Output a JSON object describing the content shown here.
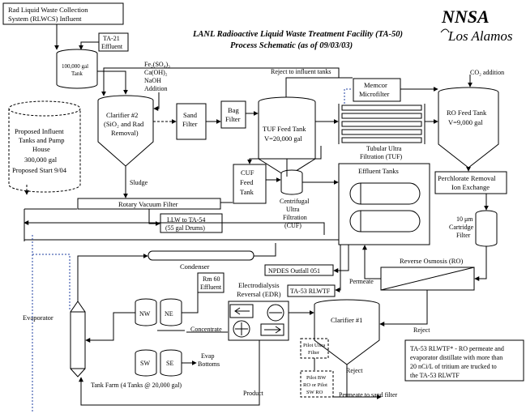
{
  "header": {
    "title_line1": "LANL Radioactive Liquid Waste Treatment Facility (TA-50)",
    "title_line2": "Process Schematic (as of 09/03/03)",
    "logo_nnsa": "NNSA",
    "logo_lanl": "Los Alamos"
  },
  "labels": {
    "rlwcs1": "Rad Liquid Waste Collection",
    "rlwcs2": "System (RLWCS) Influent",
    "ta21_1": "TA-21",
    "ta21_2": "Effluent",
    "tank100k_1": "100,000 gal",
    "tank100k_2": "Tank",
    "proposed1": "Proposed Influent",
    "proposed2": "Tanks and Pump",
    "proposed3": "House",
    "proposed4": "300,000 gal",
    "proposed5": "Proposed Start 9/04",
    "chem1": "Fe₂(SO₄)₃",
    "chem2": "Ca(OH)₂",
    "chem3": "NaOH",
    "chem4": "Addition",
    "clarifier2_1": "Clarifier #2",
    "clarifier2_2": "(SiO₂ and Rad",
    "clarifier2_3": "Removal)",
    "sand1": "Sand",
    "sand2": "Filter",
    "bag1": "Bag",
    "bag2": "Filter",
    "reject_influent": "Reject to influent tanks",
    "memcor1": "Memcor",
    "memcor2": "Microfilter",
    "co2": "CO₂ addition",
    "tuf_tank1": "TUF Feed Tank",
    "tuf_tank2": "V=20,000 gal",
    "tuf1": "Tubular Ultra",
    "tuf2": "Filtration (TUF)",
    "ro_tank1": "RO Feed Tank",
    "ro_tank2": "V=9,000 gal",
    "sludge": "Sludge",
    "perc1": "Perchlorate Removal",
    "perc2": "Ion Exchange",
    "rvf": "Rotary Vacuum Filter",
    "cuf_tank1": "CUF",
    "cuf_tank2": "Feed",
    "cuf_tank3": "Tank",
    "cuf1": "Centrifugal",
    "cuf2": "Ultra",
    "cuf3": "Filtration",
    "cuf4": "(CUF)",
    "effluent_tanks": "Effluent Tanks",
    "llw1": "LLW to TA-54",
    "llw2": "(55 gal Drums)",
    "cart1": "10 μm",
    "cart2": "Cartridge",
    "cart3": "Filter",
    "condenser": "Condenser",
    "npdes": "NPDES Outfall 051",
    "rm60_1": "Rm 60",
    "rm60_2": "Effluent",
    "edr1": "Electrodialysis",
    "edr2": "Reversal (EDR)",
    "ta53": "TA-53 RLWTF",
    "ro": "Reverse Osmosis (RO)",
    "permeate": "Permeate",
    "evaporator": "Evaporator",
    "nw": "NW",
    "ne": "NE",
    "sw": "SW",
    "se": "SE",
    "concentrate": "Concentrate",
    "clarifier1": "Clarifier #1",
    "reject": "Reject",
    "reject2": "Reject",
    "evap1": "Evap",
    "evap2": "Bottoms",
    "tankfarm": "Tank Farm (4 Tanks @ 20,000 gal)",
    "product": "Product",
    "pilot_uf1": "Pilot Ultra",
    "pilot_uf2": "Filter",
    "pilot_bw1": "Pilot BW",
    "pilot_bw2": "RO or Pilot",
    "pilot_bw3": "SW RO",
    "perm_sand": "Permeate to sand filter",
    "note1": "TA-53 RLWTF* - RO permeate and",
    "note2": "evaporator distillate with more than",
    "note3": "20 nCi/L of tritium are trucked to",
    "note4": "the TA-53 RLWTF"
  }
}
